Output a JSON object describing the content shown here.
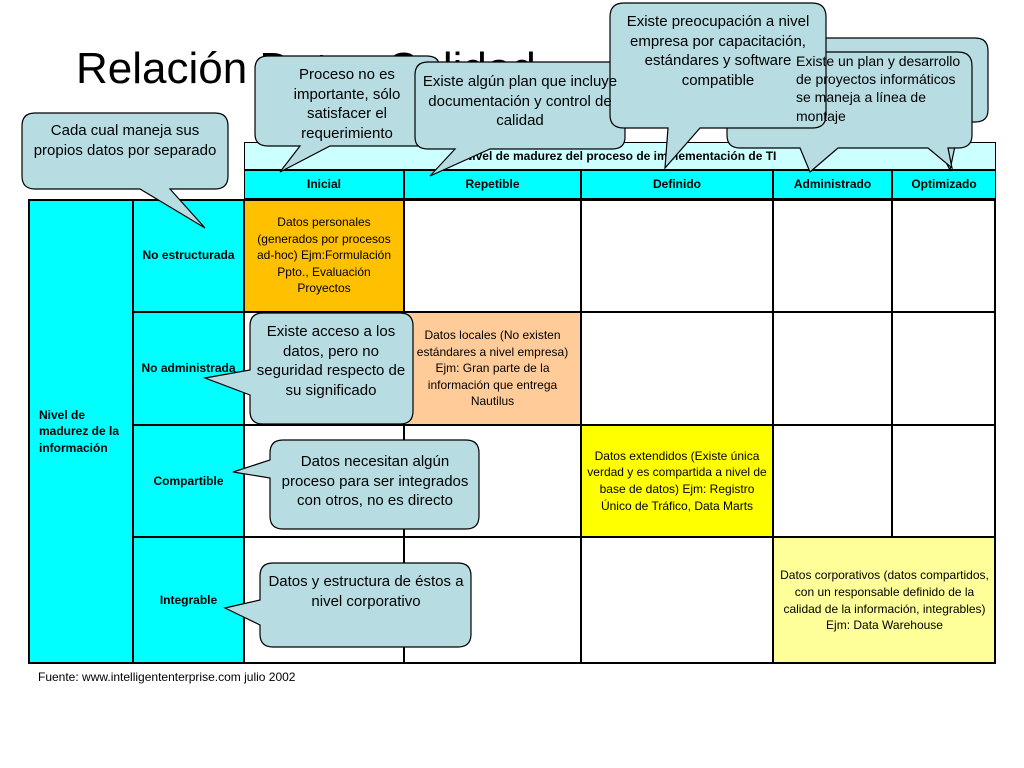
{
  "slide": {
    "title": "Relación Datos Calidad"
  },
  "table": {
    "header_main": "Nivel de madurez del proceso de implementación de TI",
    "columns": [
      "Inicial",
      "Repetible",
      "Definido",
      "Administrado",
      "Optimizado"
    ],
    "row_group_label": "Nivel de madurez de la información",
    "rows": [
      {
        "label": "No estructurada"
      },
      {
        "label": "No administrada"
      },
      {
        "label": "Compartible"
      },
      {
        "label": "Integrable"
      }
    ],
    "cells": {
      "r1_inicial": "Datos personales (generados por procesos ad-hoc) Ejm:Formulación Ppto., Evaluación Proyectos",
      "r2_repetible": "Datos locales (No existen estándares a nivel empresa) Ejm: Gran parte de la información que entrega Nautilus",
      "r3_definido": "Datos extendidos (Existe única verdad y es compartida a nivel de base de datos) Ejm: Registro Único de Tráfico, Data Marts",
      "r4_administrado": "Datos corporativos (datos compartidos, con un responsable definido de la calidad de la información, integrables) Ejm: Data Warehouse"
    }
  },
  "callouts": {
    "cada_cual": "Cada cual maneja sus propios datos por separado",
    "proceso": "Proceso no es importante, sólo satisfacer el requerimiento",
    "documentacion": "Existe algún plan que incluye documentación y control de calidad",
    "preocupacion": "Existe preocupación a nivel empresa por capacitación, estándares y software compatible",
    "plan_desarrollo": "Existe un plan y desarrollo de proyectos informáticos se maneja a línea de montaje",
    "acceso": "Existe acceso a los datos, pero no seguridad respecto de su significado",
    "integrados": "Datos necesitan algún proceso para ser integrados con otros, no es directo",
    "estructura": "Datos y estructura de éstos a nivel corporativo"
  },
  "source": "Fuente: www.intelligententerprise.com julio 2002",
  "colors": {
    "header_cyan": "#00ffff",
    "callout_fill": "#b7dde3",
    "cell_orange": "#ffc000",
    "cell_peach": "#ffcc99",
    "cell_yellow": "#ffff00",
    "cell_lightyellow": "#ffff99"
  }
}
